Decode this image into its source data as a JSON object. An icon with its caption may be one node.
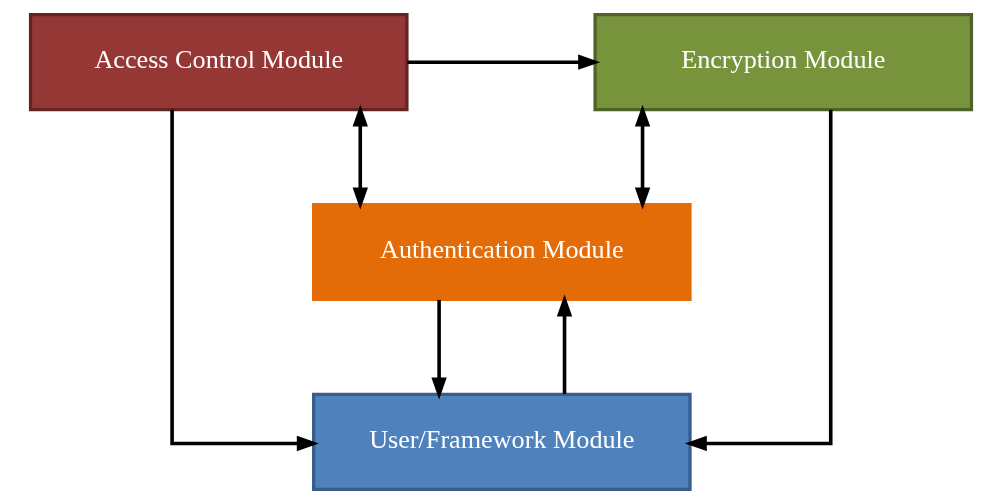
{
  "diagram": {
    "nodes": [
      {
        "text": [
          "Access Control Module"
        ]
      },
      {
        "text": [
          "Encryption Module"
        ]
      },
      {
        "text": [
          "Authentication Module"
        ]
      },
      {
        "text": [
          "User/Framework Module"
        ]
      }
    ],
    "edges": [
      {
        "from": 0,
        "to": 1,
        "arrow": "to"
      },
      {
        "from": 0,
        "to": 2,
        "arrow": "both"
      },
      {
        "from": 1,
        "to": 2,
        "arrow": "both"
      },
      {
        "from": 0,
        "to": 3,
        "arrow": "to"
      },
      {
        "from": 1,
        "to": 3,
        "arrow": "to"
      },
      {
        "from": 3,
        "to": 2,
        "arrow": "to"
      },
      {
        "from": 2,
        "to": 3,
        "arrow": "to"
      }
    ]
  }
}
